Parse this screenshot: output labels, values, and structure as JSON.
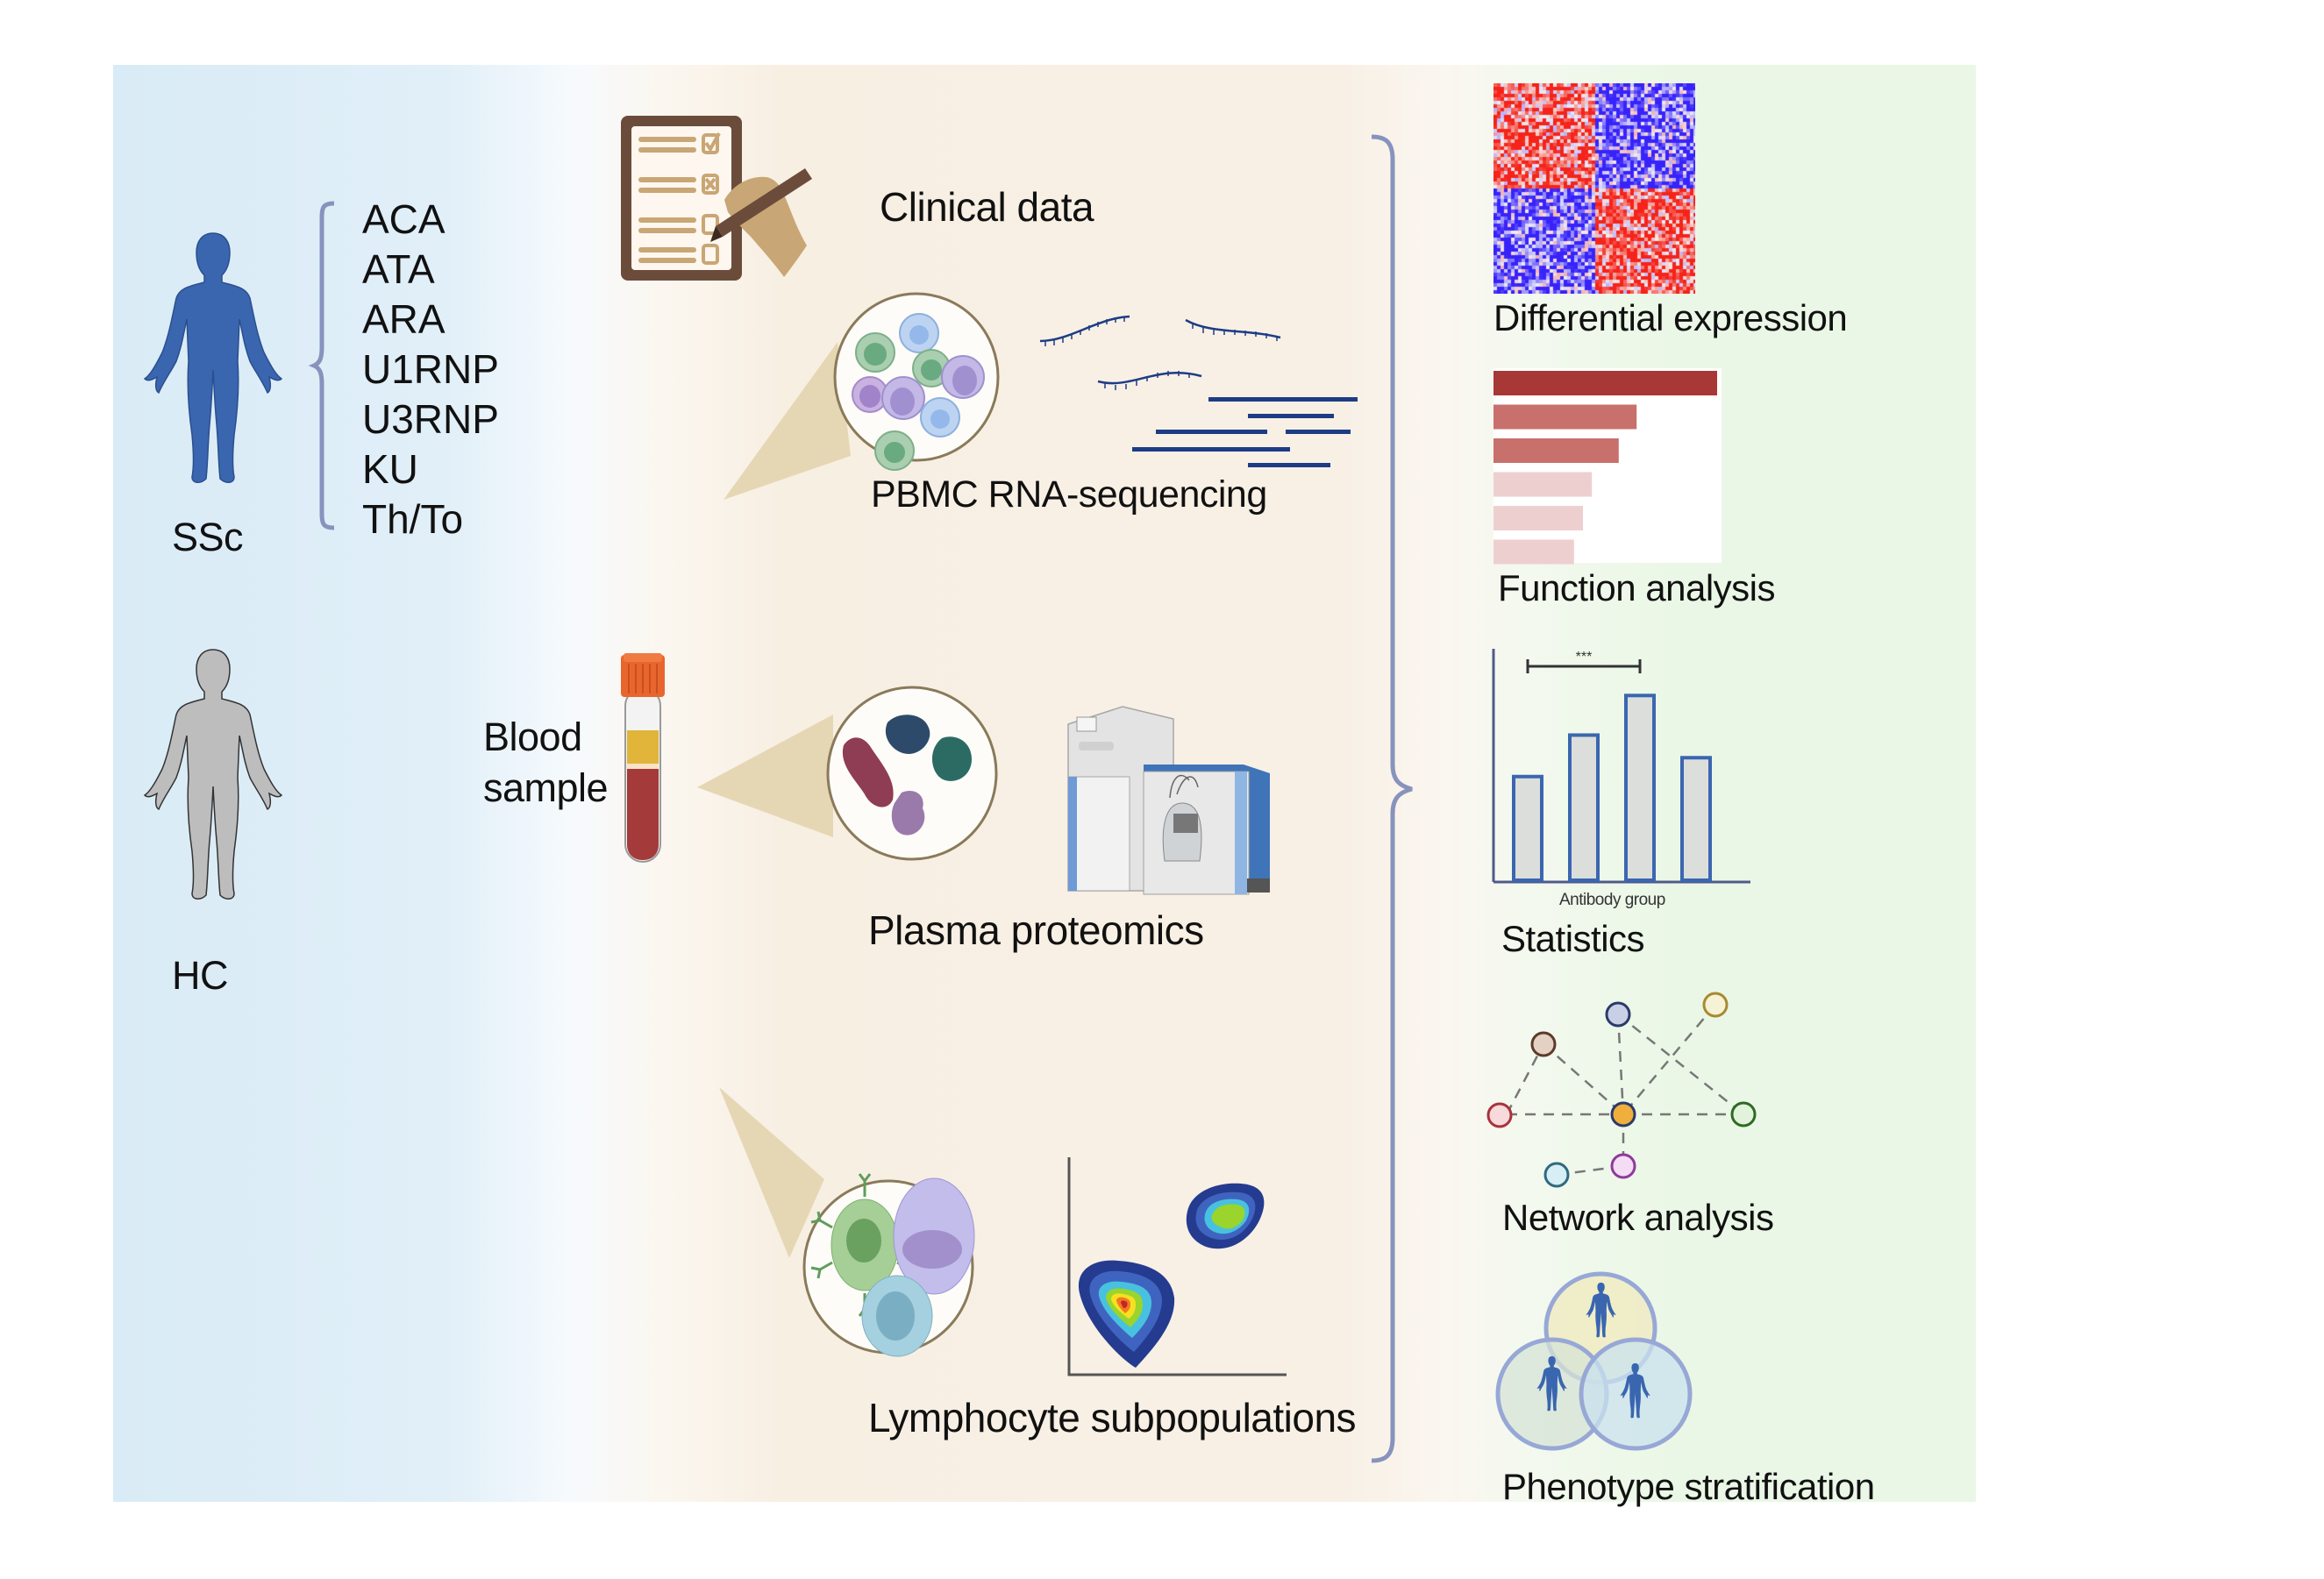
{
  "figure": {
    "colors": {
      "ssc_figure": "#3a66b0",
      "hc_figure": "#bdbdbd",
      "brace": "#8793bd",
      "left_bg": "#d9ebf6",
      "middle_bg": "#f8efe3",
      "right_bg": "#eaf7e6",
      "rna_lines": "#1d3c85",
      "stat_bar_fill": "#dcdedb",
      "stat_bar_stroke": "#3b66b0"
    }
  },
  "cohorts": {
    "ssc": {
      "label": "SSc",
      "icon": "human-figure-icon"
    },
    "hc": {
      "label": "HC",
      "icon": "human-figure-icon"
    },
    "antibodies": [
      "ACA",
      "ATA",
      "ARA",
      "U1RNP",
      "U3RNP",
      "KU",
      "Th/To"
    ]
  },
  "samples": {
    "blood_line1": "Blood",
    "blood_line2": "sample",
    "blood_icon": "blood-tube-icon"
  },
  "data_sources": [
    {
      "label": "Clinical data",
      "icon": "clipboard-checklist-icon"
    },
    {
      "label": "PBMC RNA-sequencing",
      "icon": "pbmc-cells-icon"
    },
    {
      "label": "Plasma proteomics",
      "icon": "mass-spectrometer-icon"
    },
    {
      "label": "Lymphocyte subpopulations",
      "icon": "flow-cytometry-plot-icon"
    }
  ],
  "analyses": [
    {
      "label": "Differential expression",
      "icon": "heatmap-icon"
    },
    {
      "label": "Function analysis",
      "icon": "bar-chart-icon"
    },
    {
      "label": "Statistics",
      "icon": "bar-chart-icon"
    },
    {
      "label": "Network analysis",
      "icon": "network-icon"
    },
    {
      "label": "Phenotype stratification",
      "icon": "venn-people-icon"
    }
  ],
  "function_analysis_bars": {
    "values": [
      1.0,
      0.64,
      0.56,
      0.44,
      0.4,
      0.36
    ],
    "colors": [
      "#a83835",
      "#c8706c",
      "#c8706c",
      "#eecfd0",
      "#eecfd0",
      "#eecfd0"
    ]
  },
  "statistics_chart": {
    "xlabel": "Antibody group",
    "values": [
      0.55,
      0.77,
      0.98,
      0.65
    ],
    "significance": "***",
    "significance_between": [
      0,
      2
    ]
  }
}
